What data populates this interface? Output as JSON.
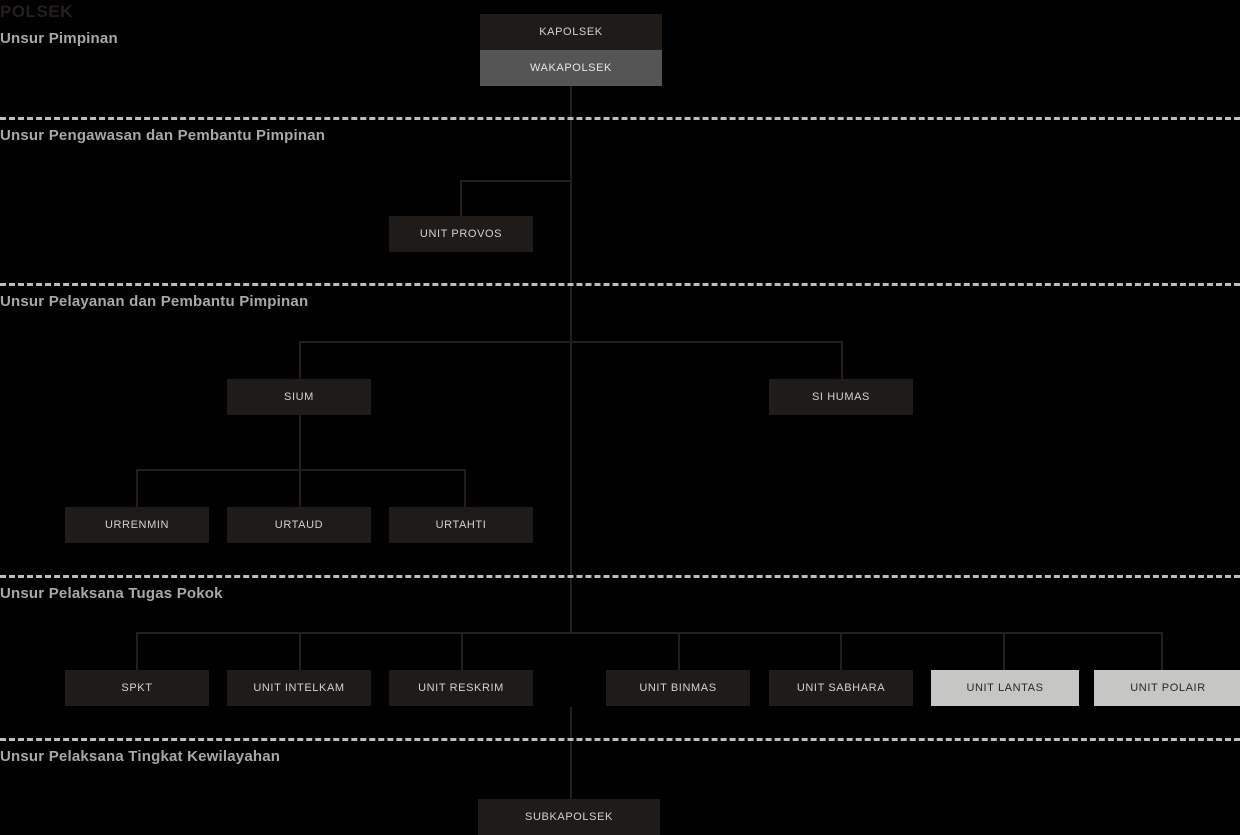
{
  "chart_data": {
    "type": "diagram",
    "title": "POLSEK",
    "diagram_kind": "organizational-chart",
    "sections": [
      {
        "label": "Unsur Pimpinan"
      },
      {
        "label": "Unsur Pengawasan dan Pembantu Pimpinan"
      },
      {
        "label": "Unsur Pelayanan dan Pembantu Pimpinan"
      },
      {
        "label": "Unsur Pelaksana Tugas Pokok"
      },
      {
        "label": "Unsur Pelaksana Tingkat Kewilayahan"
      }
    ],
    "nodes": [
      {
        "id": "kapolsek",
        "label": "KAPOLSEK",
        "style": "dark"
      },
      {
        "id": "wakapolsek",
        "label": "WAKAPOLSEK",
        "style": "gray"
      },
      {
        "id": "unit-provos",
        "label": "UNIT PROVOS",
        "style": "dark"
      },
      {
        "id": "sium",
        "label": "SIUM",
        "style": "dark"
      },
      {
        "id": "si-humas",
        "label": "SI HUMAS",
        "style": "dark"
      },
      {
        "id": "urrenmin",
        "label": "URRENMIN",
        "style": "dark"
      },
      {
        "id": "urtaud",
        "label": "URTAUD",
        "style": "dark"
      },
      {
        "id": "urtahti",
        "label": "URTAHTI",
        "style": "dark"
      },
      {
        "id": "spkt",
        "label": "SPKT",
        "style": "dark"
      },
      {
        "id": "unit-intelkam",
        "label": "UNIT INTELKAM",
        "style": "dark"
      },
      {
        "id": "unit-reskrim",
        "label": "UNIT RESKRIM",
        "style": "dark"
      },
      {
        "id": "unit-binmas",
        "label": "UNIT BINMAS",
        "style": "dark"
      },
      {
        "id": "unit-sabhara",
        "label": "UNIT SABHARA",
        "style": "dark"
      },
      {
        "id": "unit-lantas",
        "label": "UNIT LANTAS",
        "style": "light"
      },
      {
        "id": "unit-polair",
        "label": "UNIT POLAIR",
        "style": "light"
      },
      {
        "id": "subkapolsek",
        "label": "SUBKAPOLSEK",
        "style": "dark"
      }
    ],
    "colors": {
      "background": "#000000",
      "node_dark": "#1f1b19",
      "node_dark_text": "#d6d1cb",
      "node_gray": "#555555",
      "node_gray_text": "#e8e6e3",
      "node_light": "#c6c6c4",
      "node_light_text": "#2a2724",
      "connector": "#241f1c",
      "divider": "#bdbdbd",
      "section_label": "#a8a8a8",
      "title": "#241f1d"
    }
  },
  "title": {
    "text": "POLSEK"
  },
  "sections": {
    "pimpinan": "Unsur Pimpinan",
    "pengawasan": "Unsur Pengawasan dan Pembantu Pimpinan",
    "pelayanan": "Unsur Pelayanan dan Pembantu Pimpinan",
    "pelaksana_pokok": "Unsur Pelaksana Tugas Pokok",
    "kewilayahan": "Unsur Pelaksana Tingkat Kewilayahan"
  },
  "nodes": {
    "kapolsek": "KAPOLSEK",
    "wakapolsek": "WAKAPOLSEK",
    "unit_provos": "UNIT PROVOS",
    "sium": "SIUM",
    "si_humas": "SI HUMAS",
    "urrenmin": "URRENMIN",
    "urtaud": "URTAUD",
    "urtahti": "URTAHTI",
    "spkt": "SPKT",
    "unit_intelkam": "UNIT INTELKAM",
    "unit_reskrim": "UNIT RESKRIM",
    "unit_binmas": "UNIT BINMAS",
    "unit_sabhara": "UNIT SABHARA",
    "unit_lantas": "UNIT LANTAS",
    "unit_polair": "UNIT POLAIR",
    "subkapolsek": "SUBKAPOLSEK"
  }
}
